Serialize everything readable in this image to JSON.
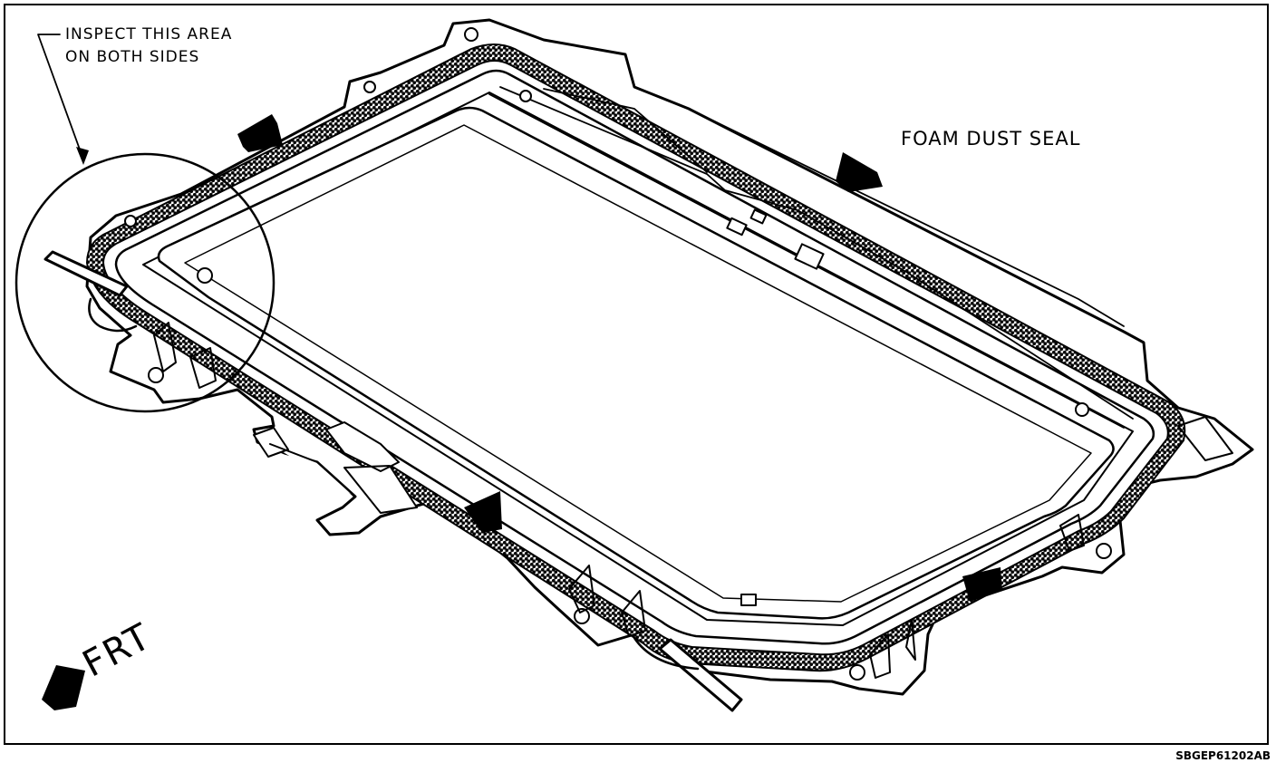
{
  "labels": {
    "callout_line1": "INSPECT THIS AREA",
    "callout_line2": "ON BOTH SIDES",
    "foam_seal": "FOAM DUST SEAL",
    "front": "FRT",
    "figure_code": "SBGEP61202AB"
  },
  "colors": {
    "ink": "#000000",
    "paper": "#ffffff"
  }
}
